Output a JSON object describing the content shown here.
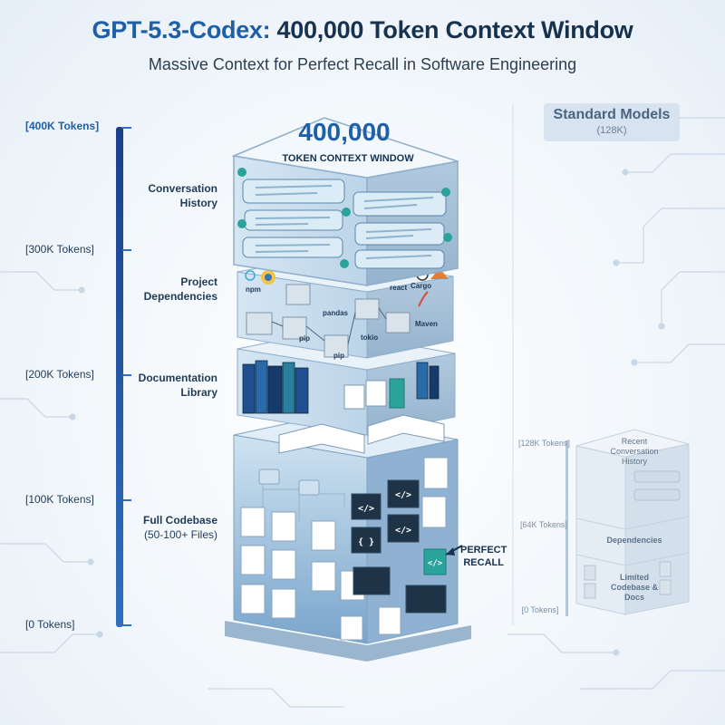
{
  "header": {
    "title_part1": "GPT-5.3-Codex:",
    "title_part2": "400,000 Token Context Window",
    "subtitle": "Massive Context for Perfect Recall in Software Engineering"
  },
  "token_axis": {
    "ticks": [
      "[400K Tokens]",
      "[300K Tokens]",
      "[200K Tokens]",
      "[100K Tokens]",
      "[0 Tokens]"
    ]
  },
  "stack": {
    "top_number": "400,000",
    "top_caption": "TOKEN CONTEXT WINDOW",
    "layers": [
      {
        "name_line1": "Conversation",
        "name_line2": "History"
      },
      {
        "name_line1": "Project",
        "name_line2": "Dependencies"
      },
      {
        "name_line1": "Documentation",
        "name_line2": "Library"
      },
      {
        "name_line1": "Full Codebase",
        "name_line2": "(50-100+ Files)"
      }
    ],
    "packages": [
      "npm",
      "pandas",
      "react",
      "Cargo",
      "Maven",
      "pip",
      "tokio",
      "pip"
    ],
    "code_glyph": "</>",
    "brace_glyph": "{ }"
  },
  "callout": {
    "line1": "PERFECT",
    "line2": "RECALL"
  },
  "standard_models": {
    "title": "Standard Models",
    "subtitle": "(128K)",
    "ticks": {
      "top": "[128K Tokens]",
      "mid": "[64K Tokens]",
      "bottom": "[0 Tokens]"
    },
    "layers": {
      "top": "Recent Conversation History",
      "mid": "Dependencies",
      "bottom": "Limited Codebase & Docs"
    }
  },
  "colors": {
    "accent": "#1f5fa8",
    "dark": "#16324f",
    "teal": "#2aa39a",
    "axis": "#2f6fbf"
  }
}
